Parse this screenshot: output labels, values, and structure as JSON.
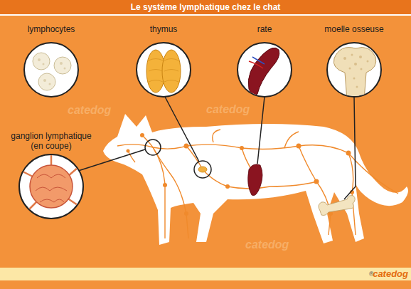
{
  "diagram": {
    "title": "Le système lymphatique chez le chat",
    "nodes": [
      {
        "text": [
          "lymphocytes"
        ]
      },
      {
        "text": [
          "thymus"
        ]
      },
      {
        "text": [
          "rate"
        ]
      },
      {
        "text": [
          "moelle osseuse"
        ]
      },
      {
        "text": [
          "ganglion lymphatique (en coupe)"
        ]
      }
    ],
    "labels": [
      "catedog",
      "catedog",
      "catedog",
      "®",
      "catedog"
    ]
  }
}
